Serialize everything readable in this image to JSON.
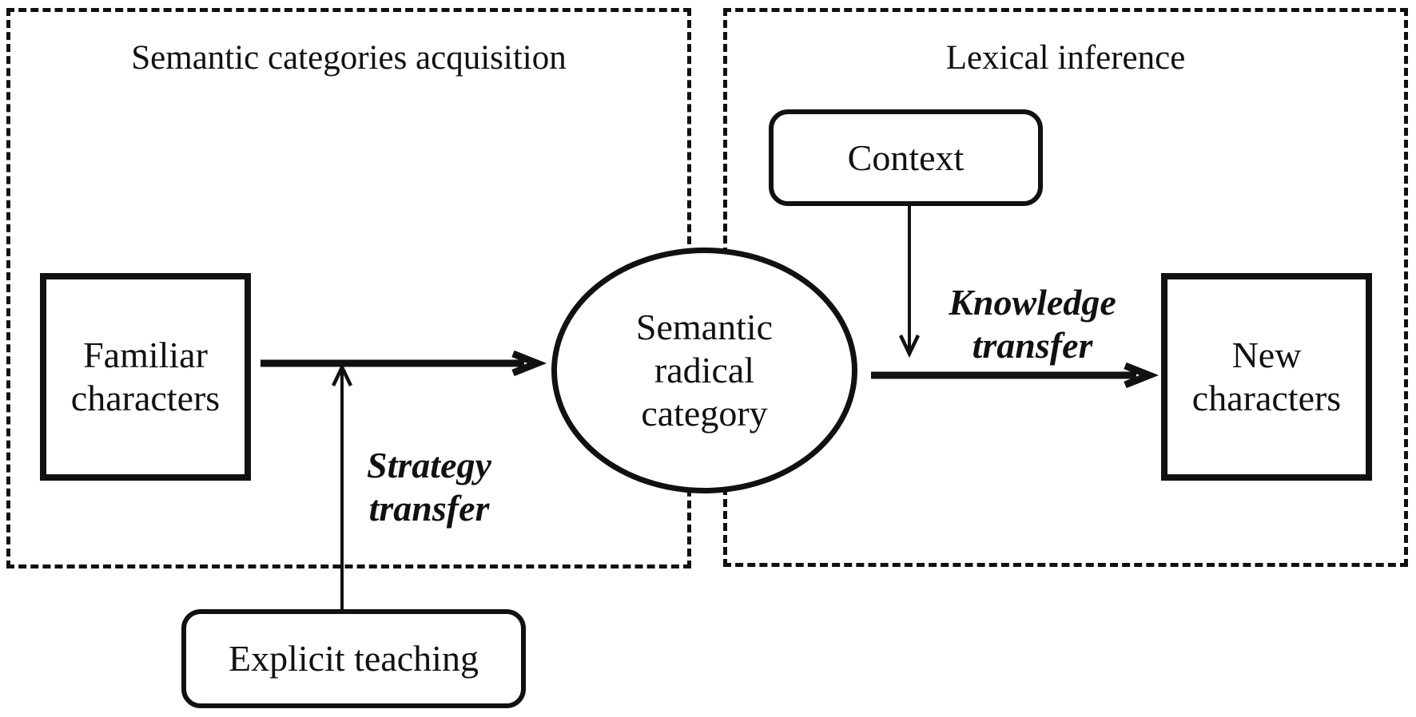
{
  "figure": {
    "panels": {
      "left": {
        "title": "Semantic categories acquisition"
      },
      "right": {
        "title": "Lexical inference"
      }
    },
    "nodes": {
      "familiar_characters": {
        "lines": [
          "Familiar",
          "characters"
        ]
      },
      "semantic_radical_category": {
        "lines": [
          "Semantic",
          "radical",
          "category"
        ]
      },
      "context": {
        "label": "Context"
      },
      "new_characters": {
        "lines": [
          "New",
          "characters"
        ]
      },
      "explicit_teaching": {
        "label": "Explicit teaching"
      }
    },
    "edge_labels": {
      "strategy_transfer": {
        "lines": [
          "Strategy",
          "transfer"
        ]
      },
      "knowledge_transfer": {
        "lines": [
          "Knowledge",
          "transfer"
        ]
      }
    },
    "colors": {
      "ink": "#111111",
      "paper": "#ffffff"
    }
  }
}
